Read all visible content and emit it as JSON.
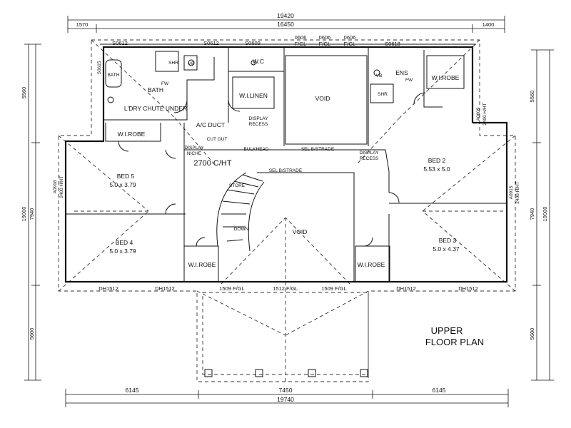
{
  "dimensions": {
    "top_total": "19420",
    "top_left": "1570",
    "top_middle": "16450",
    "top_right": "1400",
    "bottom_left": "6145",
    "bottom_middle": "7450",
    "bottom_right": "6145",
    "bottom_total": "19740",
    "left_top": "5560",
    "left_middle": "7940",
    "left_bottom": "5600",
    "left_total": "19000",
    "right_top": "5560",
    "right_middle": "7940",
    "right_bottom": "5600",
    "right_total": "19000"
  },
  "windows": {
    "top_1": "S0612",
    "top_2": "S0612",
    "top_3": "S0609",
    "top_4a": "0606",
    "top_4b": "F/GL",
    "top_5a": "0606",
    "top_5b": "F/GL",
    "top_6a": "0606",
    "top_6b": "F/GL",
    "top_7": "S0618",
    "left_bath": "S0615",
    "left_bed": "A0918",
    "left_bed_height": "2400 H/HT",
    "right_ens": "A0609",
    "right_ens_height": "2400 H/HT",
    "right_bed": "A0915",
    "right_bed_height": "2400 H/HT",
    "bottom_1": "DH1512",
    "bottom_2": "DH1512",
    "bottom_3": "1509 F/GL",
    "bottom_4": "1512 F/GL",
    "bottom_5": "1509 F/GL",
    "bottom_6": "DH1512",
    "bottom_7": "DH1512"
  },
  "rooms": {
    "bath": "BATH",
    "bath_tub": "BATH",
    "bath_shower": "SHR",
    "bath_vb": "VB",
    "bath_fw": "FW",
    "laundry_chute": "L'DRY CHUTE UNDER",
    "wc": "W.C",
    "linen": "W.I.LINEN",
    "display_recess_1a": "DISPLAY",
    "display_recess_1b": "RECESS",
    "void_top": "VOID",
    "ensuite": "ENS",
    "ensuite_fw": "FW",
    "ensuite_shower": "SHR",
    "ensuite_vb": "VB",
    "ensuite_robe": "W.I.ROBE",
    "ac_duct": "A/C DUCT",
    "cut_out": "CUT OUT",
    "bulkhead": "BULKHEAD",
    "display_niche_a": "DISPLAY",
    "display_niche_b": "NICHE",
    "bed5_robe": "W.I.ROBE",
    "ceiling_height": "2700 C/HT",
    "balustrade_1": "SEL B/STRADE",
    "balustrade_2": "SEL B/STRADE",
    "display_recess_2a": "DISPLAY",
    "display_recess_2b": "RECESS",
    "bed5": "BED 5",
    "bed5_size": "5.0 x 3.79",
    "bed4": "BED 4",
    "bed4_size": "5.0 x 3.79",
    "bed2": "BED 2",
    "bed2_size": "5.53 x 5.0",
    "bed3": "BED 3",
    "bed3_size": "5.0 x 4.37",
    "stair_store": "STORE",
    "stair_down": "DOWN",
    "void_middle": "VOID",
    "bed4_robe": "W.I.ROBE",
    "bed3_robe": "W.I.ROBE"
  },
  "plan_title": {
    "line1": "UPPER",
    "line2": "FLOOR PLAN"
  },
  "colors": {
    "ink": "#111111",
    "paper": "#ffffff"
  }
}
